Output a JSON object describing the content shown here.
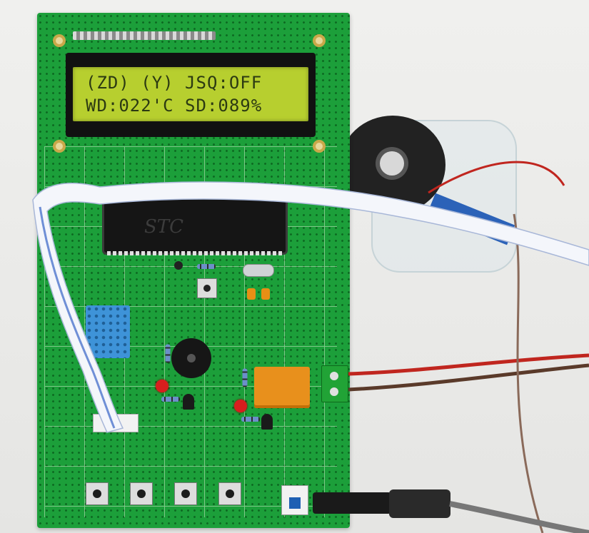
{
  "lcd": {
    "line1": "(ZD) (Y) JSQ:OFF",
    "line2": "WD:022'C SD:089%"
  },
  "chip": {
    "marking": "STC"
  },
  "colors": {
    "pcb": "#1c9f3a",
    "lcd_backlight": "#b7cf2f",
    "relay": "#e8901c",
    "sensor": "#3e93d8"
  }
}
